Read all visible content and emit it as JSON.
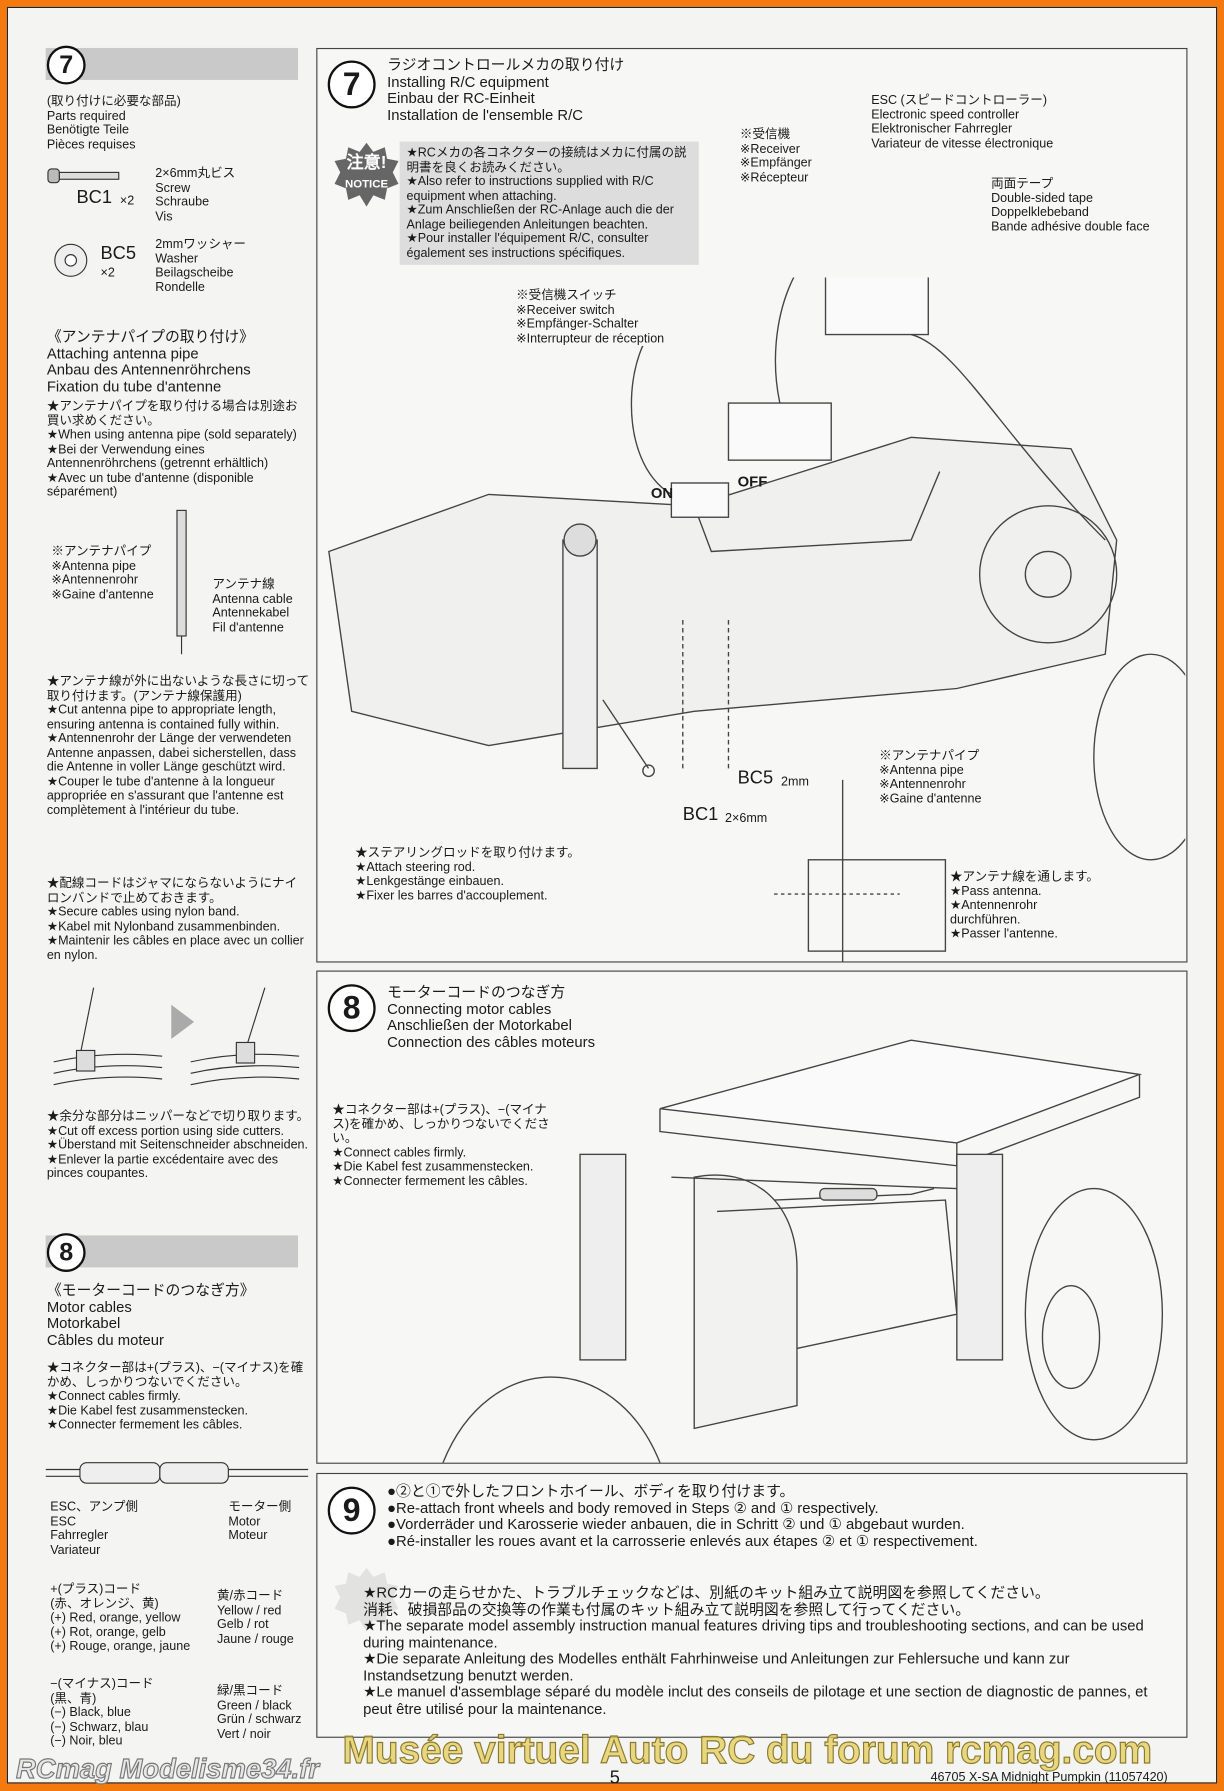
{
  "left": {
    "step7": {
      "number": "7",
      "parts_title": "(取り付けに必要な部品)\nParts required\nBenötigte Teile\nPièces requises",
      "bc1_code": "BC1",
      "bc1_qty": "×2",
      "bc1_desc": "2×6mm丸ビス\nScrew\nSchraube\nVis",
      "bc5_code": "BC5",
      "bc5_qty": "×2",
      "bc5_desc": "2mmワッシャー\nWasher\nBeilagscheibe\nRondelle",
      "antenna_title": "《アンテナパイプの取り付け》\nAttaching antenna pipe\nAnbau des Antennenröhrchens\nFixation du tube d'antenne",
      "antenna_text": "★アンテナパイプを取り付ける場合は別途お買い求めください。\n★When using antenna pipe (sold separately)\n★Bei der Verwendung eines Antennenröhrchens (getrennt erhältlich)\n★Avec un tube d'antenne (disponible séparément)",
      "pipe_label": "※アンテナパイプ\n※Antenna pipe\n※Antennenrohr\n※Gaine d'antenne",
      "cable_label": "アンテナ線\nAntenna cable\nAntennekabel\nFil d'antenne",
      "cut_text": "★アンテナ線が外に出ないような長さに切って取り付けます。(アンテナ線保護用)\n★Cut antenna pipe to appropriate length, ensuring antenna is contained fully within.\n★Antennenrohr der Länge der verwendeten Antenne anpassen, dabei sicherstellen, dass die Antenne in voller Länge geschützt wird.\n★Couper le tube d'antenne à la longueur appropriée en s'assurant que l'antenne est complètement à l'intérieur du tube.",
      "band_text": "★配線コードはジャマにならないようにナイロンバンドで止めておきます。\n★Secure cables using nylon band.\n★Kabel mit Nylonband zusammenbinden.\n★Maintenir les câbles en place avec un collier en nylon.",
      "cutoff_text": "★余分な部分はニッパーなどで切り取ります。\n★Cut off excess portion using side cutters.\n★Überstand mit Seitenschneider abschneiden.\n★Enlever la partie excédentaire avec des pinces coupantes."
    },
    "step8": {
      "number": "8",
      "title": "《モーターコードのつなぎ方》\nMotor cables\nMotorkabel\nCâbles du moteur",
      "text": "★コネクター部は+(プラス)、−(マイナス)を確かめ、しっかりつないでください。\n★Connect cables firmly.\n★Die Kabel fest zusammenstecken.\n★Connecter fermement les câbles.",
      "esc_side": "ESC、アンプ側\nESC\nFahrregler\nVariateur",
      "motor_side": "モーター側\nMotor\nMoteur",
      "plus": "+(プラス)コード\n(赤、オレンジ、黄)\n(+) Red, orange, yellow\n(+) Rot, orange, gelb\n(+) Rouge, orange, jaune",
      "plus_motor": "黄/赤コード\nYellow / red\nGelb / rot\nJaune / rouge",
      "minus": "−(マイナス)コード\n(黒、青)\n(−) Black, blue\n(−) Schwarz, blau\n(−) Noir, bleu",
      "minus_motor": "緑/黒コード\nGreen / black\nGrün / schwarz\nVert / noir"
    }
  },
  "step7": {
    "number": "7",
    "title": "ラジオコントロールメカの取り付け\nInstalling R/C equipment\nEinbau der RC-Einheit\nInstallation de l'ensemble R/C",
    "notice_badge": "注意!",
    "notice_label": "NOTICE",
    "notice_text": "★RCメカの各コネクターの接続はメカに付属の説明書を良くお読みください。\n★Also refer to instructions supplied with R/C equipment when attaching.\n★Zum Anschließen der RC-Anlage auch die der Anlage beiliegenden Anleitungen beachten.\n★Pour installer l'équipement R/C, consulter également ses instructions spécifiques.",
    "receiver": "※受信機\n※Receiver\n※Empfänger\n※Récepteur",
    "esc": "ESC (スピードコントローラー)\nElectronic speed controller\nElektronischer Fahrregler\nVariateur de vitesse électronique",
    "tape": "両面テープ\nDouble-sided tape\nDoppelklebeband\nBande adhésive double face",
    "switch": "※受信機スイッチ\n※Receiver switch\n※Empfänger-Schalter\n※Interrupteur de réception",
    "on": "ON",
    "off": "OFF",
    "bc5": "BC5",
    "bc5_size": "2mm",
    "bc1": "BC1",
    "bc1_size": "2×6mm",
    "pipe": "※アンテナパイプ\n※Antenna pipe\n※Antennenrohr\n※Gaine d'antenne",
    "steering": "★ステアリングロッドを取り付けます。\n★Attach steering rod.\n★Lenkgestänge einbauen.\n★Fixer les barres d'accouplement.",
    "pass": "★アンテナ線を通します。\n★Pass antenna.\n★Antennenrohr\ndurchführen.\n★Passer l'antenne."
  },
  "step8": {
    "number": "8",
    "title": "モーターコードのつなぎ方\nConnecting motor cables\nAnschließen der Motorkabel\nConnection des câbles moteurs",
    "text": "★コネクター部は+(プラス)、−(マイナス)を確かめ、しっかりつないでください。\n★Connect cables firmly.\n★Die Kabel fest zusammenstecken.\n★Connecter fermement les câbles."
  },
  "step9": {
    "number": "9",
    "text": "●②と①で外したフロントホイール、ボディを取り付けます。\n●Re-attach front wheels and body removed in Steps ② and ① respectively.\n●Vorderräder und Karosserie wieder anbauen, die in Schritt ② und ① abgebaut wurden.\n●Ré-installer les roues avant et la carrosserie enlevés aux étapes ② et ① respectivement.",
    "note": "★RCカーの走らせかた、トラブルチェックなどは、別紙のキット組み立て説明図を参照してください。\n消耗、破損部品の交換等の作業も付属のキット組み立て説明図を参照して行ってください。\n★The separate model assembly instruction manual features driving tips and troubleshooting sections, and can be used during maintenance.\n★Die separate Anleitung des Modelles enthält Fahrhinweise und Anleitungen zur Fehlersuche und kann zur Instandsetzung benutzt werden.\n★Le manuel d'assemblage séparé du modèle inclut des conseils de pilotage et une section de diagnostic de pannes, et peut être utilisé pour la maintenance."
  },
  "footer": {
    "page": "5",
    "product": "46705 X-SA Midnight Pumpkin (11057420)",
    "watermark": "Musée virtuel Auto RC du forum rcmag.com",
    "logo": "RCmag\nModelisme34.fr"
  }
}
